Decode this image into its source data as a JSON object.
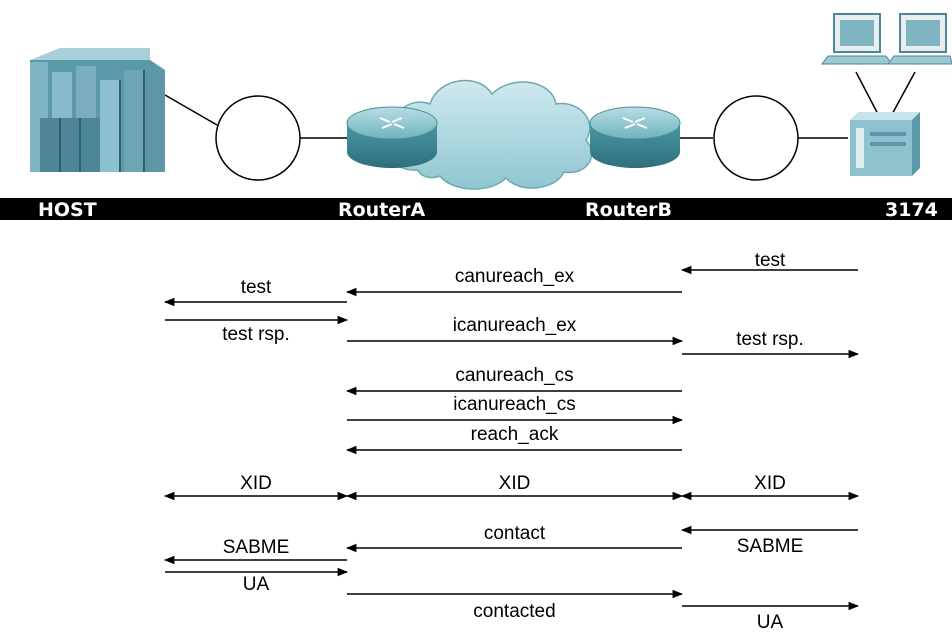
{
  "devices": {
    "host": "HOST",
    "router_a": "RouterA",
    "router_b": "RouterB",
    "controller": "3174"
  },
  "messages": [
    {
      "key": "m1",
      "label": "test",
      "from": 3,
      "to": 2
    },
    {
      "key": "m2",
      "label": "canureach_ex",
      "from": 2,
      "to": 1
    },
    {
      "key": "m3",
      "label": "test",
      "from": 1,
      "to": 0
    },
    {
      "key": "m4",
      "label": "test rsp.",
      "from": 0,
      "to": 1
    },
    {
      "key": "m5",
      "label": "icanureach_ex",
      "from": 1,
      "to": 2
    },
    {
      "key": "m6",
      "label": "test rsp.",
      "from": 2,
      "to": 3
    },
    {
      "key": "m7",
      "label": "canureach_cs",
      "from": 2,
      "to": 1
    },
    {
      "key": "m8",
      "label": "icanureach_cs",
      "from": 1,
      "to": 2
    },
    {
      "key": "m9",
      "label": "reach_ack",
      "from": 2,
      "to": 1
    },
    {
      "key": "m10",
      "label": "XID",
      "from": 0,
      "to": 1,
      "both": true
    },
    {
      "key": "m11",
      "label": "XID",
      "from": 1,
      "to": 2,
      "both": true
    },
    {
      "key": "m12",
      "label": "XID",
      "from": 2,
      "to": 3,
      "both": true
    },
    {
      "key": "m13",
      "label": "contact",
      "from": 2,
      "to": 1
    },
    {
      "key": "m14",
      "label": "SABME",
      "from": 3,
      "to": 2
    },
    {
      "key": "m15",
      "label": "SABME",
      "from": 1,
      "to": 0
    },
    {
      "key": "m16",
      "label": "UA",
      "from": 0,
      "to": 1
    },
    {
      "key": "m17",
      "label": "contacted",
      "from": 1,
      "to": 2
    },
    {
      "key": "m18",
      "label": "UA",
      "from": 2,
      "to": 3
    }
  ]
}
